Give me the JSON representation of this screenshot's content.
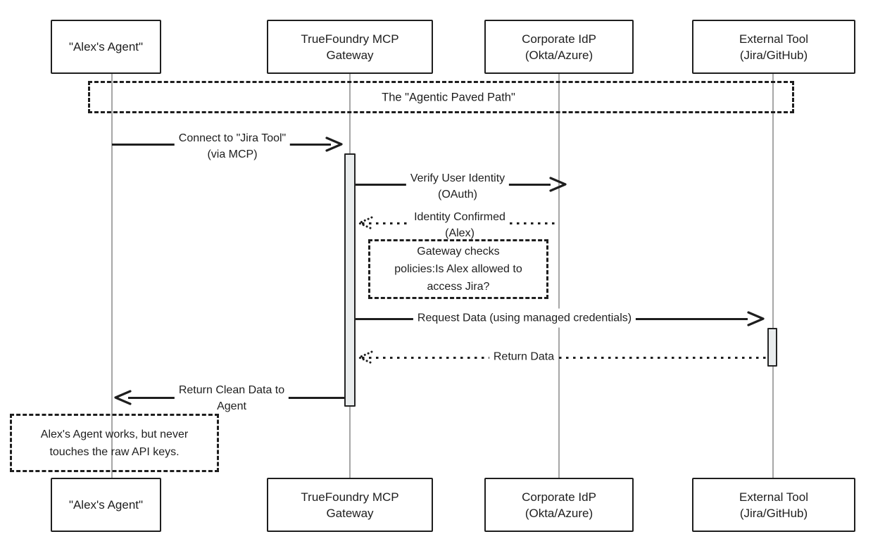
{
  "colors": {
    "ink": "#1e1e1e",
    "lifeline_gray": "#a6a6a6",
    "activation_fill": "#e9eced",
    "background": "#ffffff"
  },
  "frame": {
    "title": "The \"Agentic Paved Path\""
  },
  "actors": [
    {
      "id": "alex-agent",
      "line1": "\"Alex's Agent\"",
      "line2": ""
    },
    {
      "id": "gateway",
      "line1": "TrueFoundry MCP",
      "line2": "Gateway"
    },
    {
      "id": "corporate-idp",
      "line1": "Corporate IdP",
      "line2": "(Okta/Azure)"
    },
    {
      "id": "external-tool",
      "line1": "External Tool",
      "line2": "(Jira/GitHub)"
    }
  ],
  "messages": [
    {
      "from": "alex-agent",
      "to": "gateway",
      "style": "solid",
      "direction": "right",
      "line1": "Connect to \"Jira Tool\"",
      "line2": "(via MCP)"
    },
    {
      "from": "gateway",
      "to": "corporate-idp",
      "style": "solid",
      "direction": "right",
      "line1": "Verify User Identity",
      "line2": "(OAuth)"
    },
    {
      "from": "corporate-idp",
      "to": "gateway",
      "style": "dotted",
      "direction": "left",
      "line1": "Identity Confirmed",
      "line2": "(Alex)"
    },
    {
      "from": "gateway",
      "to": "external-tool",
      "style": "solid",
      "direction": "right",
      "line1": "Request Data (using managed credentials)",
      "line2": ""
    },
    {
      "from": "external-tool",
      "to": "gateway",
      "style": "dotted",
      "direction": "left",
      "line1": "Return Data",
      "line2": ""
    },
    {
      "from": "gateway",
      "to": "alex-agent",
      "style": "solid",
      "direction": "left",
      "line1": "Return Clean Data to",
      "line2": "Agent"
    }
  ],
  "notes": [
    {
      "over": "gateway",
      "line1": "Gateway checks",
      "line2": "policies:Is Alex allowed to",
      "line3": "access Jira?"
    },
    {
      "over": "alex-agent",
      "line1": "Alex's Agent works, but never",
      "line2": "touches the raw API keys."
    }
  ]
}
